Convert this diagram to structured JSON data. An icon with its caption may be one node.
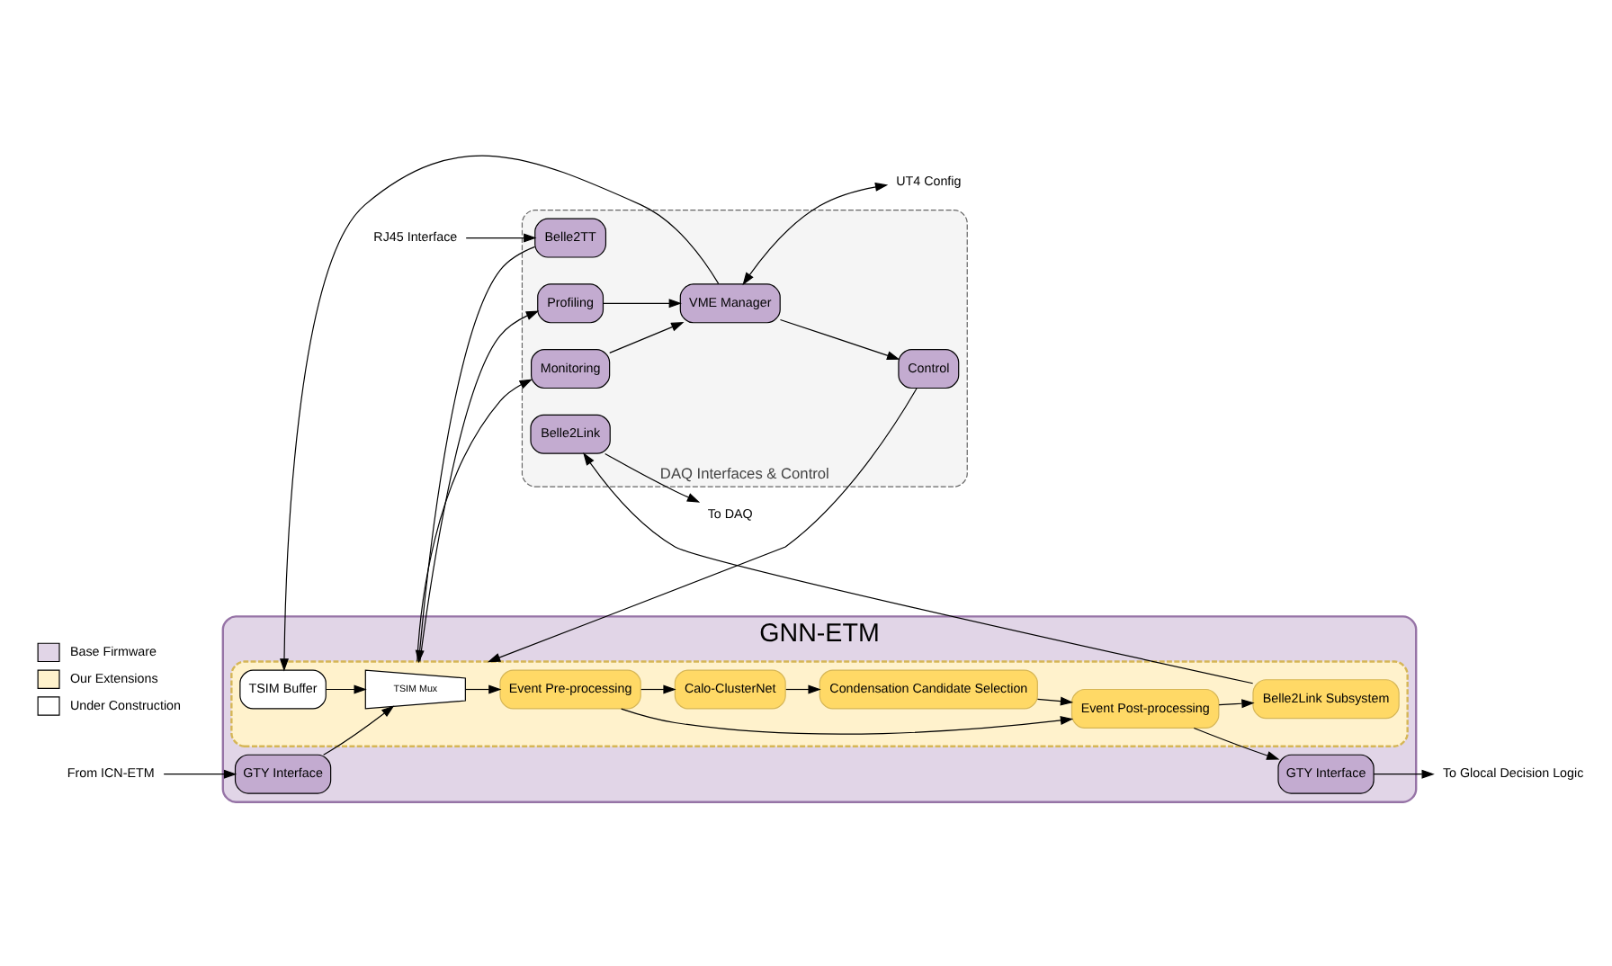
{
  "diagram": {
    "nodes": [
      {
        "text": [
          "GNN-ETM"
        ]
      },
      {
        "text": [],
        "shape": "box",
        "in": 0
      },
      {
        "text": [
          "DAQ Interfaces & Control"
        ]
      },
      {
        "text": [
          "From ICN-ETM"
        ]
      },
      {
        "text": [
          "GTY Interface"
        ],
        "in": 0
      },
      {
        "text": [
          "TSIM Mux"
        ],
        "in": 1
      },
      {
        "text": [
          "TSIM Buffer"
        ],
        "in": 1
      },
      {
        "text": [
          "Event Pre-processing"
        ],
        "in": 1
      },
      {
        "text": [
          "Event Post-processing"
        ],
        "in": 1
      },
      {
        "text": [
          "Calo-ClusterNet"
        ],
        "in": 1
      },
      {
        "text": [
          "Condensation Candidate Selection"
        ],
        "in": 1
      },
      {
        "text": [
          "Belle2Link Subsystem"
        ],
        "in": 1
      },
      {
        "text": [
          "GTY Interface"
        ],
        "in": 0
      },
      {
        "text": [
          "To Glocal Decision Logic"
        ]
      },
      {
        "text": [
          "Control"
        ],
        "in": 2
      },
      {
        "text": [
          "Monitoring"
        ],
        "in": 2
      },
      {
        "text": [
          "Profiling"
        ],
        "in": 2
      },
      {
        "text": [
          "Belle2TT"
        ],
        "in": 2
      },
      {
        "text": [
          "Belle2Link"
        ],
        "in": 2
      },
      {
        "text": [
          "VME Manager"
        ],
        "in": 2
      },
      {
        "text": [
          "UT4 Config"
        ]
      },
      {
        "text": [
          "RJ45 Interface"
        ]
      },
      {
        "text": [
          "To DAQ"
        ]
      }
    ],
    "edges": [
      {
        "from": 3,
        "to": 4,
        "arrow": "to"
      },
      {
        "from": 4,
        "to": 5,
        "arrow": "to"
      },
      {
        "from": 6,
        "to": 5,
        "arrow": "to"
      },
      {
        "from": 5,
        "to": 7,
        "arrow": "to"
      },
      {
        "from": 7,
        "to": 8,
        "arrow": "to"
      },
      {
        "from": 7,
        "to": 9,
        "arrow": "to"
      },
      {
        "from": 9,
        "to": 10,
        "arrow": "to"
      },
      {
        "from": 10,
        "to": 8,
        "arrow": "to"
      },
      {
        "from": 8,
        "to": 12,
        "arrow": "to"
      },
      {
        "from": 12,
        "to": 13,
        "arrow": "to"
      },
      {
        "from": 8,
        "to": 11,
        "arrow": "to"
      },
      {
        "from": 11,
        "to": 18,
        "arrow": "to"
      },
      {
        "from": 18,
        "to": 22,
        "arrow": "to"
      },
      {
        "from": 21,
        "to": 17,
        "arrow": "to"
      },
      {
        "from": 17,
        "to": 1,
        "arrow": "to"
      },
      {
        "from": 19,
        "to": 6,
        "arrow": "to"
      },
      {
        "from": 19,
        "to": 14,
        "arrow": "to"
      },
      {
        "from": 14,
        "to": 1,
        "arrow": "to"
      },
      {
        "from": 1,
        "to": 15,
        "arrow": "to"
      },
      {
        "from": 1,
        "to": 16,
        "arrow": "to"
      },
      {
        "from": 15,
        "to": 19,
        "arrow": "to"
      },
      {
        "from": 16,
        "to": 19,
        "arrow": "to"
      },
      {
        "from": 19,
        "to": 20,
        "arrow": "both"
      }
    ],
    "legend": [
      {
        "text": "Base Firmware",
        "color": "#e1d5e7"
      },
      {
        "text": "Our Extensions",
        "color": "#fff2cc"
      },
      {
        "text": "Under Construction",
        "color": "#ffffff"
      }
    ]
  }
}
